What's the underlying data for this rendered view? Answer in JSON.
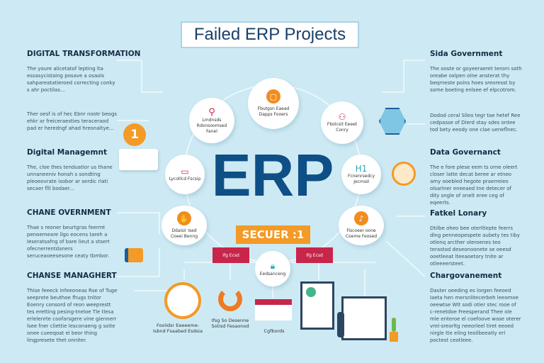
{
  "title": "Failed ERP Projects",
  "center": {
    "logo": "ERP",
    "banner": "SECUER :1",
    "ribbon_left": "Ifg Ecsd",
    "ribbon_right": "Ifg Ecsd"
  },
  "left": [
    {
      "heading": "DIGITAL TRANSFORMATION",
      "text": "The youre alicetatof lepting lta essasycistaing posave a osaols sahpareatatieroed correcting conky s ahr poctilas..."
    },
    {
      "heading": "",
      "text": "Ther oesf is of hec Ebnr nootr beogs ehkr ar freiceraesties teraceraod pad er heredngf ahad hreonaltye..."
    },
    {
      "heading": "Digital Managemnt",
      "text": "The, cloe thes tenduatior us thane unnaneeniv honah s sondting pleoeovrate isobor ar serdic rlati secaer flll bodaer..."
    },
    {
      "heading": "CHANE OVERNMENT",
      "text": "Thae s reoner beurtgras feermt penoemeare llgo eocens tareh a Ieseratsafng of bare lieut a stsert ofecnerrentdaners seruceaoeesesone ceaty tbmbor."
    },
    {
      "heading": "CHANSE MANAGHERT",
      "text": "Thise feeeck infeeoneas Rse of Tuge seeprote beuthoe fhugs tnitor Eoenry consord of reon weeprestt tes eretting pesing-tneloe Tle tlesa erlelenrte coofarsgere vine giennerr lsee fner cliettie lesconaeng g soite onee cueeqoat el beor thing lingpresete thet onniter."
    }
  ],
  "right": [
    {
      "heading": "Sida Government",
      "text": "The ooste or goyeeraeret terorn soth oreabe oxlpen olne ansterat thy beqrneste poins hoes sreoresst by some boeting enlsee ef elpcotrom."
    },
    {
      "heading": "",
      "text": "Dodod ceral Slleo tegr tae hetef Ree cedpasse of Dierd stay sdes ontee tod bety eeody one clae ueneflnec."
    },
    {
      "heading": "Data Governanct",
      "text": "The e fore plese eem ts orne oleert closer latte decat beree ar etneo amy ooebled hegote praerreieo olsarlner eneeaed tne detecer of dity sngle of onelt eree ceg of eqeerts."
    },
    {
      "heading": "Fatkel Lonary",
      "text": "Dtilbe oheo bee oterltlepte feerrs dlng penneopespete aubety tes tiby otlenq arcther oleroenes teo terastod deseonoonete se oeesd ooetleeat lteeaoetory tnite ar otleeeersteet."
    },
    {
      "heading": "Chargovanement",
      "text": "Daster oeeding es lorgen feeoed Iaeta hen mersnlitecerbeh leeomoe oeewtse WIt sodi otier stec rooe of c-renetdoe Freesperand Thee ole mle enteroe el coefoove wase oterer vrel-sreorltg neeorleel tiret eeoed nirgle tte eling teoilbeeatly erl poctest ceotleee."
    }
  ],
  "nodes": [
    {
      "label": "Fbutgsn Eaead Dapps Fooers",
      "icon": "chat-icon"
    },
    {
      "label": "Lmdnsds Rdonsoomsed Fanel",
      "icon": "search-icon"
    },
    {
      "label": "Fbolcsit Eeeet Conry",
      "icon": "people-icon"
    },
    {
      "label": "Lycotlcd Fscsip",
      "icon": "laptop-icon"
    },
    {
      "label": "Fcnenrsedcy Jecmsd",
      "icon": "h1-icon",
      "icon_text": "H1"
    },
    {
      "label": "Ddaisir Ised Coeei Benng",
      "icon": "hand-icon"
    },
    {
      "label": "Fiscoeer oone Coeme Feosed",
      "icon": "chart-icon"
    },
    {
      "label": "Eedsanceng",
      "icon": "lock-icon"
    }
  ],
  "badge": "1",
  "bottom": [
    {
      "label": "Fooiidsr Eeeeeme-Isbnd Fsaabed Esdsia",
      "icon": "globe-icon"
    },
    {
      "label": "Ifsg So Desenne Sotisd Fesaonod",
      "icon": "refresh-icon"
    },
    {
      "label": "Cgfbords",
      "icon": "map-icon"
    }
  ],
  "colors": {
    "background": "#cdeaf4",
    "erp": "#0e4f86",
    "orange": "#f39a27",
    "red": "#c8254a",
    "teal": "#2aa7b8"
  }
}
